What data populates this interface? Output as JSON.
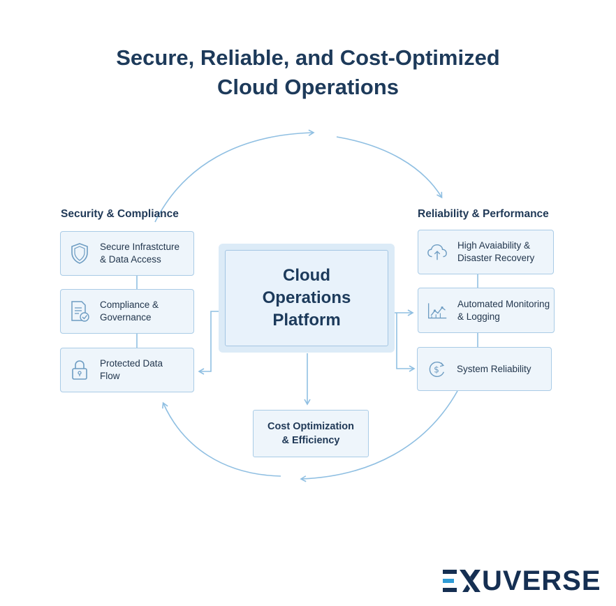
{
  "title": {
    "line1": "Secure, Reliable, and Cost-Optimized",
    "line2": "Cloud Operations"
  },
  "center": {
    "line1": "Cloud",
    "line2": "Operations",
    "line3": "Platform"
  },
  "left_group": {
    "label": "Security & Compliance",
    "items": [
      {
        "icon": "shield-icon",
        "line1": "Secure Infrastcture",
        "line2": "& Data Access"
      },
      {
        "icon": "document-check-icon",
        "line1": "Compliance &",
        "line2": "Governance"
      },
      {
        "icon": "padlock-icon",
        "line1": "Protected Data",
        "line2": "Flow"
      }
    ]
  },
  "right_group": {
    "label": "Reliability & Performance",
    "items": [
      {
        "icon": "cloud-upload-icon",
        "line1": "High Avaiability &",
        "line2": "Disaster Recovery"
      },
      {
        "icon": "line-chart-icon",
        "line1": "Automated Monitoring",
        "line2": "& Logging"
      },
      {
        "icon": "dollar-cycle-icon",
        "line1": "System Reliability",
        "line2": ""
      }
    ]
  },
  "bottom": {
    "line1": "Cost Optimization",
    "line2": "& Efficiency"
  },
  "logo": {
    "prefix": "EX",
    "text": "UVERSE",
    "colors": {
      "dark": "#152f52",
      "accent": "#2f9bd5"
    }
  },
  "colors": {
    "accent": "#8fbfe2",
    "card_fill": "#eef5fb",
    "card_border": "#a9cbe6",
    "text": "#1d3a5a"
  }
}
